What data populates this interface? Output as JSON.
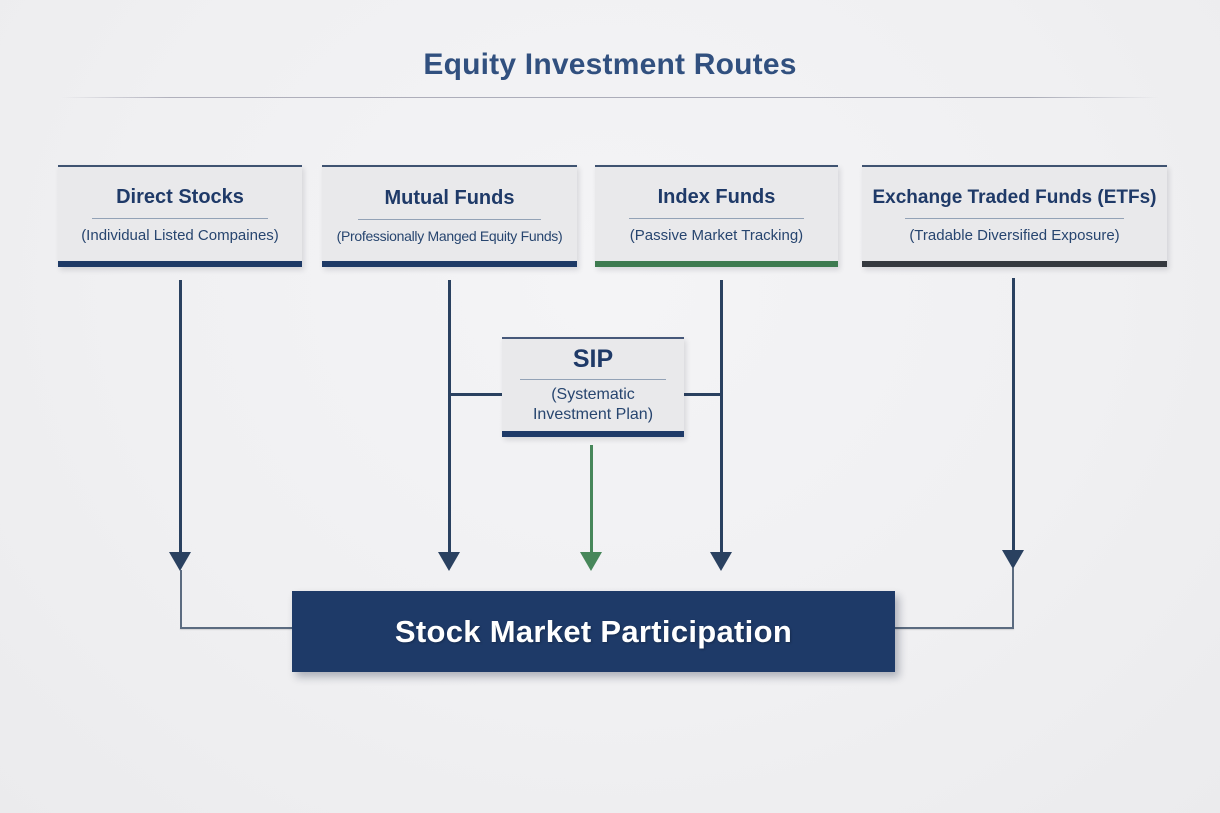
{
  "page": {
    "title": "Equity Investment Routes"
  },
  "colors": {
    "title-text": "#31507f",
    "box-title-text": "#1f3a68",
    "subtitle-text": "#27456f",
    "box-bg": "#e9e9eb",
    "divider": "#93a2b6",
    "navy": "#1e3a68",
    "arrow-navy": "#2a4160",
    "green": "#47875a",
    "connector": "#5b6b80"
  },
  "routes": [
    {
      "title": "Direct Stocks",
      "subtitle": "(Individual Listed Compaines)",
      "accent": "#1e3a66"
    },
    {
      "title": "Mutual Funds",
      "subtitle": "(Professionally Manged Equity Funds)",
      "accent": "#1e3a66"
    },
    {
      "title": "Index Funds",
      "subtitle": "(Passive Market Tracking)",
      "accent": "#3e7b50"
    },
    {
      "title": "Exchange Traded Funds (ETFs)",
      "subtitle": "(Tradable Diversified Exposure)",
      "accent": "#35393f"
    }
  ],
  "sip": {
    "title": "SIP",
    "subtitle": "(Systematic Investment Plan)"
  },
  "destination": {
    "label": "Stock Market Participation"
  }
}
